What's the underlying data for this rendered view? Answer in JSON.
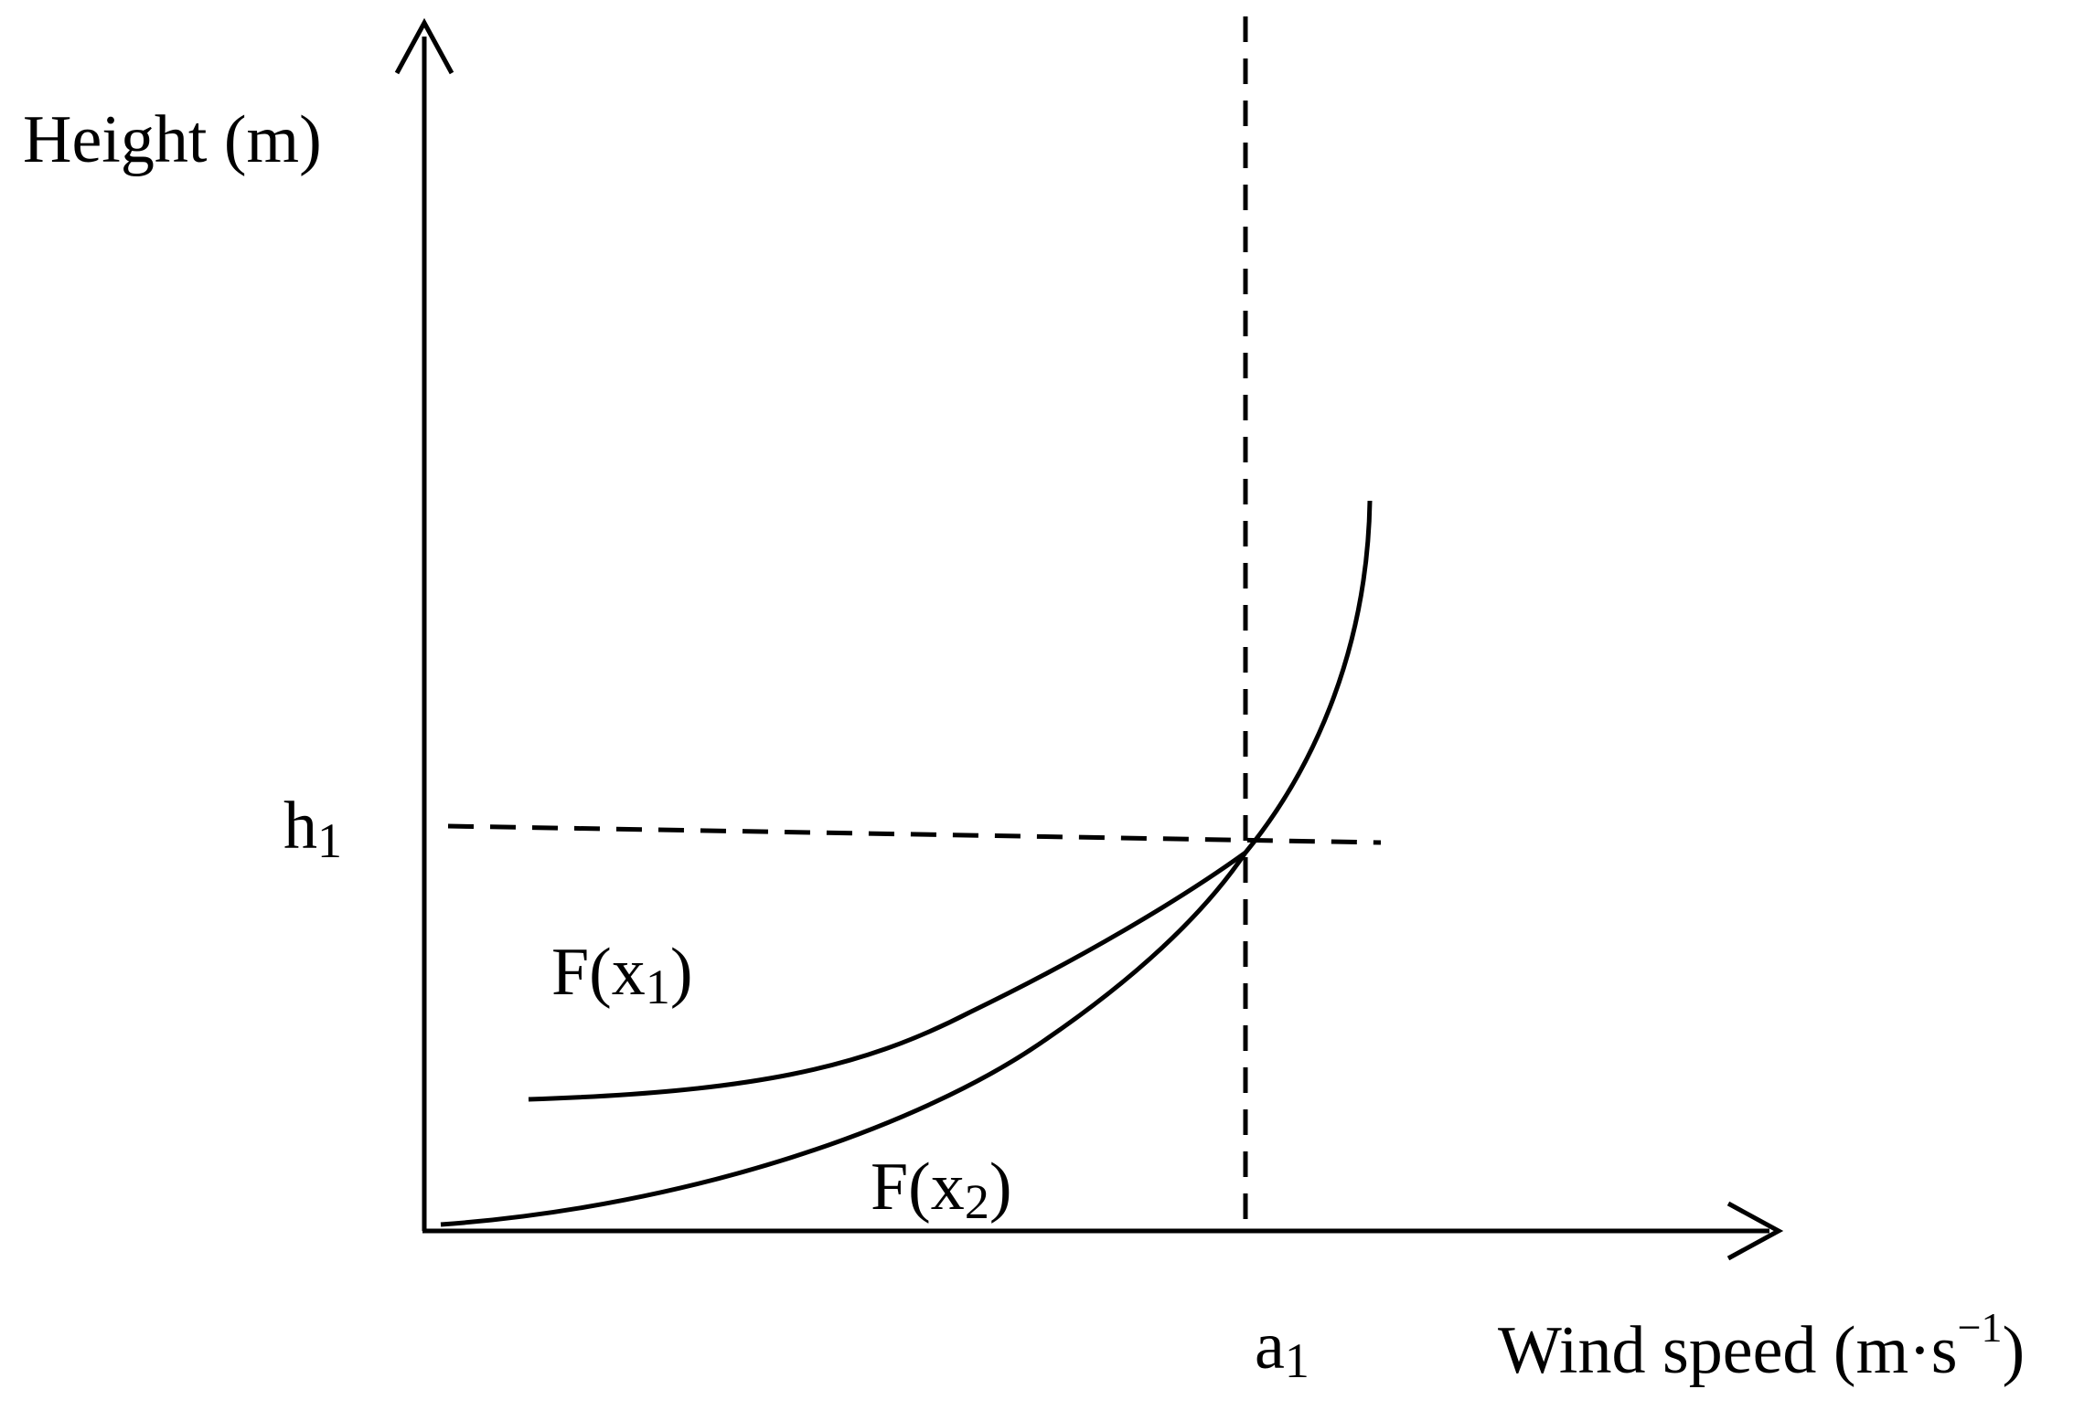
{
  "diagram": {
    "y_axis_label": "Height (m)",
    "x_axis_label": {
      "prefix": "Wind speed (m·s",
      "exponent": "−1",
      "suffix": ")"
    },
    "markers": {
      "h": {
        "base": "h",
        "sub": "1"
      },
      "a": {
        "base": "a",
        "sub": "1"
      }
    },
    "curves": {
      "f1": {
        "prefix": "F(x",
        "sub": "1",
        "suffix": ")"
      },
      "f2": {
        "prefix": "F(x",
        "sub": "2",
        "suffix": ")"
      }
    },
    "colors": {
      "ink": "#000000",
      "background": "#ffffff"
    }
  }
}
